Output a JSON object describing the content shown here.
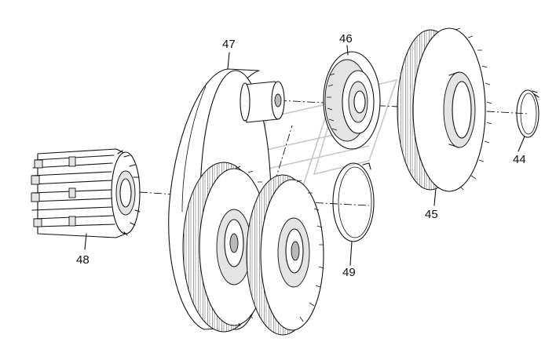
{
  "labels": {
    "p44": "44",
    "p45": "45",
    "p46": "46",
    "p47": "47",
    "p48": "48",
    "p49": "49"
  }
}
